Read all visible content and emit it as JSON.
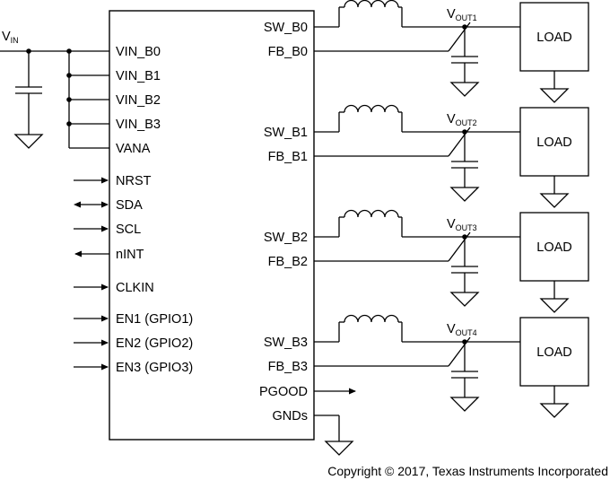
{
  "chip": {
    "left_pins": [
      "VIN_B0",
      "VIN_B1",
      "VIN_B2",
      "VIN_B3",
      "VANA",
      "NRST",
      "SDA",
      "SCL",
      "nINT",
      "CLKIN",
      "EN1 (GPIO1)",
      "EN2 (GPIO2)",
      "EN3 (GPIO3)"
    ],
    "right_pins": [
      "SW_B0",
      "FB_B0",
      "SW_B1",
      "FB_B1",
      "SW_B2",
      "FB_B2",
      "SW_B3",
      "FB_B3",
      "PGOOD",
      "GNDs"
    ]
  },
  "input": {
    "label": "V",
    "sub": "IN"
  },
  "outputs": [
    {
      "label": "V",
      "sub": "OUT1",
      "load": "LOAD"
    },
    {
      "label": "V",
      "sub": "OUT2",
      "load": "LOAD"
    },
    {
      "label": "V",
      "sub": "OUT3",
      "load": "LOAD"
    },
    {
      "label": "V",
      "sub": "OUT4",
      "load": "LOAD"
    }
  ],
  "copyright": "Copyright © 2017, Texas Instruments Incorporated"
}
